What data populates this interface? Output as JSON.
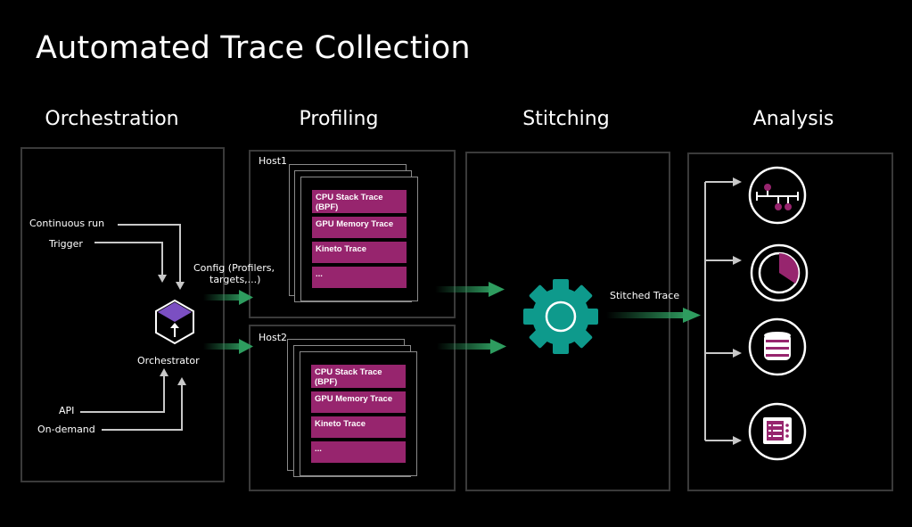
{
  "title": "Automated Trace Collection",
  "stages": {
    "orchestration": "Orchestration",
    "profiling": "Profiling",
    "stitching": "Stitching",
    "analysis": "Analysis"
  },
  "orchestration": {
    "inputs_top": [
      "Continuous run",
      "Trigger"
    ],
    "inputs_bottom": [
      "API",
      "On-demand"
    ],
    "orchestrator_label": "Orchestrator",
    "config_label_line1": "Config (Profilers,",
    "config_label_line2": "targets,...)"
  },
  "hosts": [
    {
      "name": "Host1",
      "traces": [
        "CPU Stack Trace (BPF)",
        "GPU Memory Trace",
        "Kineto Trace",
        "..."
      ]
    },
    {
      "name": "Host2",
      "traces": [
        "CPU Stack Trace (BPF)",
        "GPU Memory Trace",
        "Kineto Trace",
        "..."
      ]
    }
  ],
  "stitching": {
    "output_label": "Stitched Trace"
  },
  "analysis": {
    "icons": [
      "timeline-icon",
      "pie-chart-icon",
      "database-icon",
      "report-icon"
    ]
  },
  "colors": {
    "accent_magenta": "#97256e",
    "accent_teal": "#0e9a8c",
    "arrow_green": "#2e9c5f",
    "panel_border": "#3a3a3a"
  }
}
